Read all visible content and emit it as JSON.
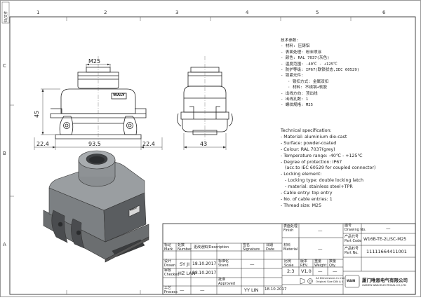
{
  "grid": {
    "top": [
      "1",
      "2",
      "3",
      "4",
      "5",
      "6"
    ],
    "side": [
      "C",
      "B",
      "A"
    ],
    "side_left_label": "归/文件"
  },
  "dims": {
    "width": "93.5",
    "left_ext": "22.4",
    "right_ext": "22.4",
    "height": "45",
    "thread": "M25",
    "depth": "43"
  },
  "brand_mark": "WALY",
  "spec_cn": {
    "lines": [
      "技术参数:",
      "- 材料: 压铸铝",
      "- 表面处理: 粉末喷涂",
      "- 颜色: RAL 7037(灰色)",
      "- 温度范围: -40℃ - +125℃",
      "- 防护等级: IP67(联锁状态,IEC 60529)",
      "- 锁紧元件:",
      "   · 锁扣方式: 金属双扣",
      "   · 材料: 不锈钢+软胶",
      "- 出线方向: 顶出线",
      "- 出线孔数: 1",
      "- 螺纹规格: M25"
    ]
  },
  "spec_en": {
    "lines": [
      "Technical specification:",
      "- Material: aluminium die-cast",
      "- Surface: powder-coated",
      "- Colour: RAL 7037(grey)",
      "- Temperature range: -40℃ - +125℃",
      "- Degree of protection: IP67",
      "   (acc.to IEC 60529 for coupled connector)",
      "- Locking element:",
      "   - Locking type: double locking latch",
      "   - material: stainless steel+TPR",
      "- Cable entry: top entry",
      "- No. of cable entries: 1",
      "- Thread size: M25"
    ]
  },
  "title_block": {
    "finish_label": "表面处理\nFinish",
    "finish_value": "—",
    "material_label": "材料\nMaterial",
    "material_value": "—",
    "drawing_no_label": "图号\nDrawing No.",
    "drawing_no_value": "—",
    "part_code_label": "产品代号\nPart Code",
    "part_code_value": "W16B-TE-2L/SC-M25",
    "part_no_label": "产品料号\nPart No.",
    "part_no_value": "11111664411001",
    "scale_label": "比例\nScale",
    "rev_label": "版本\nREV.",
    "weight_label": "重量\nWeight",
    "qty_label": "数量\nQty.",
    "scale_value": "2:3",
    "rev_value": "V1.0",
    "weight_value": "—",
    "qty_value": "—",
    "col_mark": "标记\nMark",
    "col_number": "处数\nNumber",
    "col_description": "更改通知/Description",
    "col_signature": "签名\nSignature",
    "col_date": "日期\nDate",
    "drawn_label": "设计\nDrawn",
    "drawn_name": "SY JI",
    "drawn_date": "18.10.2017",
    "std_label": "标准化\nStand.",
    "checked_label": "审核\nChecked",
    "checked_name": "HZ LAN",
    "checked_date": "18.10.2017",
    "approved_label": "批准\nApproved",
    "process_label": "工艺\nProcess",
    "approved_name": "YY LIN",
    "approved_date": "18.10.2017",
    "units_note": "All Dimensions in mm\nOriginal Size DIN A 4",
    "company_cn": "厦门唯恩电气有限公司",
    "company_en": "XIAMEN WAIN ELECTRICAL CO.,LTD",
    "logo_text": "WAIN",
    "dash": "—"
  }
}
